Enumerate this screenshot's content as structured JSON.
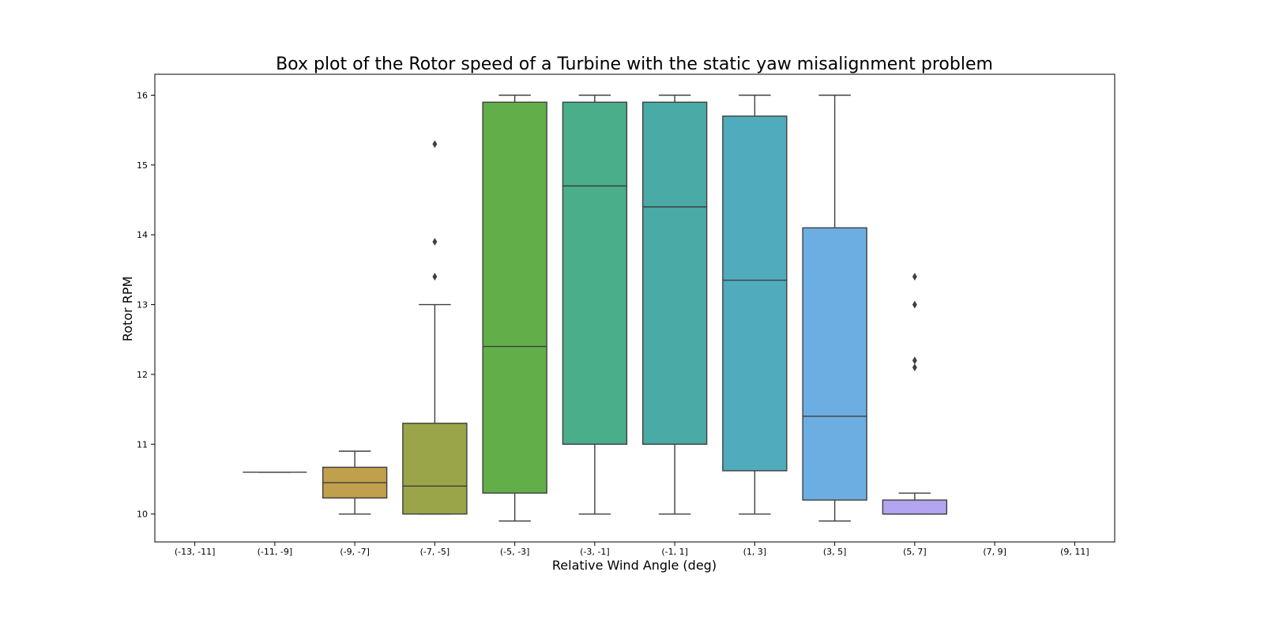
{
  "chart_data": {
    "type": "box",
    "title": "Box plot of the Rotor speed of a Turbine with the static yaw misalignment problem",
    "xlabel": "Relative Wind Angle (deg)",
    "ylabel": "Rotor RPM",
    "ylim": [
      9.6,
      16.3
    ],
    "yticks": [
      10,
      11,
      12,
      13,
      14,
      15,
      16
    ],
    "grid": false,
    "categories": [
      "(-13, -11]",
      "(-11, -9]",
      "(-9, -7]",
      "(-7, -5]",
      "(-5, -3]",
      "(-3, -1]",
      "(-1, 1]",
      "(1, 3]",
      "(3, 5]",
      "(5, 7]",
      "(7, 9]",
      "(9, 11]"
    ],
    "boxes": [
      null,
      {
        "whisker_low": 10.6,
        "q1": 10.6,
        "median": 10.6,
        "q3": 10.6,
        "whisker_high": 10.6,
        "outliers": [],
        "color": "#d0a040"
      },
      {
        "whisker_low": 10.0,
        "q1": 10.23,
        "median": 10.45,
        "q3": 10.67,
        "whisker_high": 10.9,
        "outliers": [],
        "color": "#c0a04c"
      },
      {
        "whisker_low": 10.0,
        "q1": 10.0,
        "median": 10.4,
        "q3": 11.3,
        "whisker_high": 13.0,
        "outliers": [
          13.4,
          13.9,
          15.3
        ],
        "color": "#99a548"
      },
      {
        "whisker_low": 9.9,
        "q1": 10.3,
        "median": 12.4,
        "q3": 15.9,
        "whisker_high": 16.0,
        "outliers": [],
        "color": "#62af4a"
      },
      {
        "whisker_low": 10.0,
        "q1": 11.0,
        "median": 14.7,
        "q3": 15.9,
        "whisker_high": 16.0,
        "outliers": [],
        "color": "#4aae8a"
      },
      {
        "whisker_low": 10.0,
        "q1": 11.0,
        "median": 14.4,
        "q3": 15.9,
        "whisker_high": 16.0,
        "outliers": [],
        "color": "#4aaaa6"
      },
      {
        "whisker_low": 10.0,
        "q1": 10.62,
        "median": 13.35,
        "q3": 15.7,
        "whisker_high": 16.0,
        "outliers": [],
        "color": "#50abbd"
      },
      {
        "whisker_low": 9.9,
        "q1": 10.2,
        "median": 11.4,
        "q3": 14.1,
        "whisker_high": 16.0,
        "outliers": [],
        "color": "#6daee2"
      },
      {
        "whisker_low": 10.0,
        "q1": 10.0,
        "median": 10.0,
        "q3": 10.2,
        "whisker_high": 10.3,
        "outliers": [
          12.1,
          12.2,
          13.0,
          13.4
        ],
        "color": "#b4a4f2"
      },
      null,
      null
    ],
    "colors": {
      "edge": "#3f3f3f",
      "axes": "#000000",
      "background": "#ffffff"
    }
  }
}
